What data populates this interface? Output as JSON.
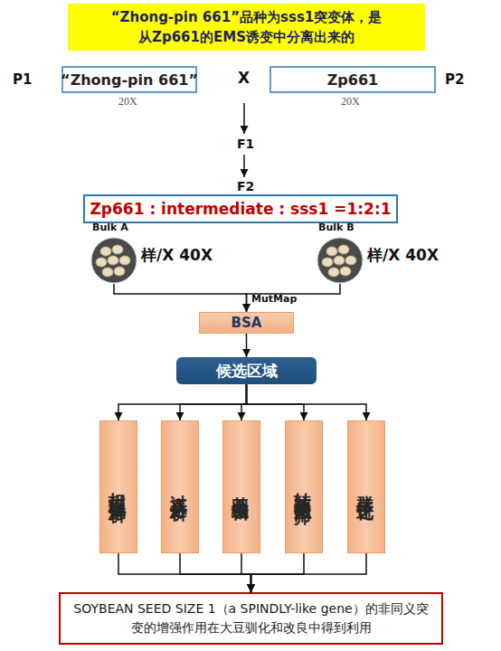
{
  "diagram": {
    "nodes": [
      {
        "text": [
          "“Zhong-pin 661”品种为sss1突变体，是 从Zp661的EMS诱变中分离出来的"
        ]
      },
      {
        "text": [
          "“Zhong-pin 661”"
        ]
      },
      {
        "text": [
          "Zp661"
        ]
      },
      {
        "text": [
          "Zp661 : intermediate : sss1 =1:2:1"
        ]
      },
      {
        "text": [
          "Bulk A",
          "样/X 40X"
        ]
      },
      {
        "text": [
          "Bulk B",
          "样/X 40X"
        ]
      },
      {
        "text": [
          "BSA"
        ]
      },
      {
        "text": [
          "候选区域"
        ]
      },
      {
        "text": [
          "扫描电镜分析"
        ]
      },
      {
        "text": [
          "过表达分析"
        ]
      },
      {
        "text": [
          "基因编辑"
        ]
      },
      {
        "text": [
          "转基因拟南芥"
        ]
      },
      {
        "text": [
          "群体进化"
        ]
      },
      {
        "text": [
          "SOYBEAN SEED SIZE 1（a SPINDLY-like gene）的非同义突变的增强作用在大豆驯化和改良中得到利用"
        ]
      }
    ],
    "edges": [
      {
        "from": 4,
        "to": 6,
        "arrow": "to"
      },
      {
        "from": 5,
        "to": 6,
        "arrow": "to"
      },
      {
        "from": 6,
        "to": 7,
        "arrow": "to"
      },
      {
        "from": 7,
        "to": 8,
        "arrow": "to"
      },
      {
        "from": 7,
        "to": 9,
        "arrow": "to"
      },
      {
        "from": 7,
        "to": 10,
        "arrow": "to"
      },
      {
        "from": 7,
        "to": 11,
        "arrow": "to"
      },
      {
        "from": 7,
        "to": 12,
        "arrow": "to"
      },
      {
        "from": 8,
        "to": 13,
        "arrow": "to"
      },
      {
        "from": 9,
        "to": 13,
        "arrow": "to"
      },
      {
        "from": 10,
        "to": 13,
        "arrow": "to"
      },
      {
        "from": 11,
        "to": 13,
        "arrow": "to"
      },
      {
        "from": 12,
        "to": 13,
        "arrow": "to"
      }
    ],
    "labels": [
      "P1",
      "X",
      "P2",
      "20X",
      "20X",
      "F1",
      "F2",
      "MutMap"
    ]
  }
}
